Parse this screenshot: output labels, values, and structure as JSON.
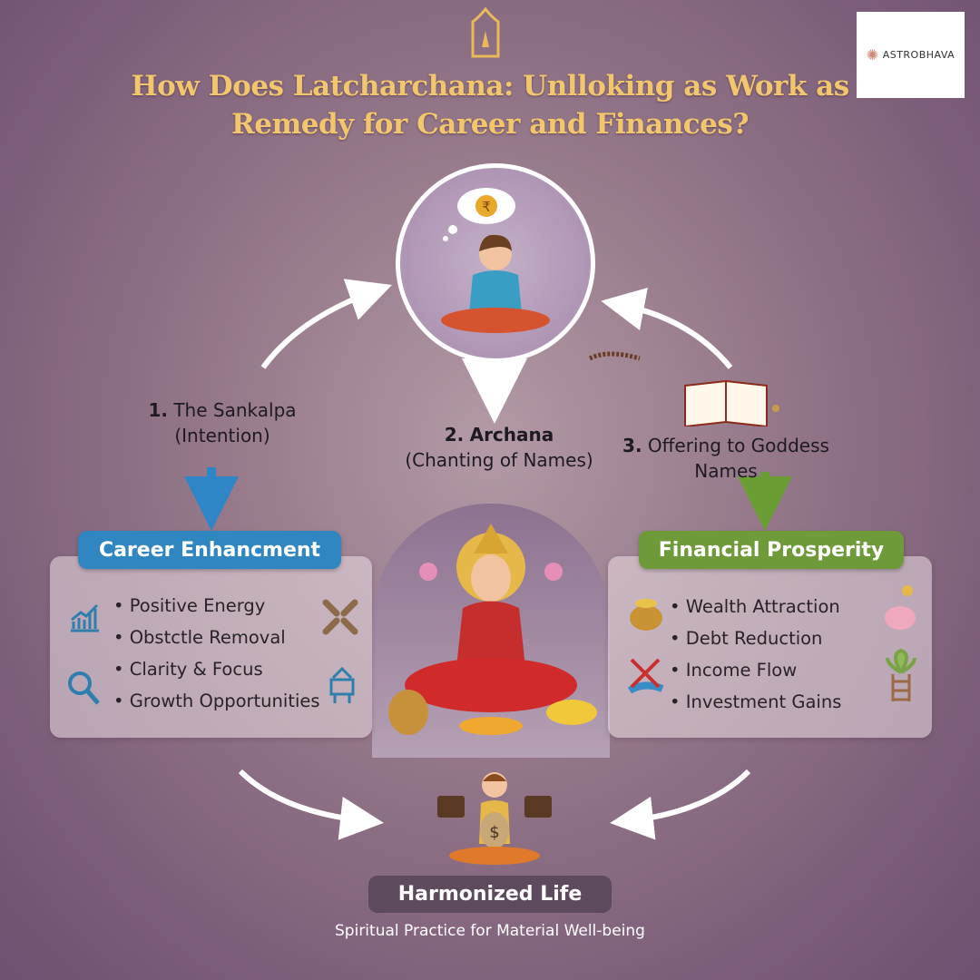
{
  "title": {
    "line1": "How Does Latcharchana: Unlloking as Work as",
    "line2": "Remedy for Career and Finances?"
  },
  "logo": {
    "text": "ASTROBHAVA"
  },
  "steps": [
    {
      "number": "1.",
      "label": "The Sankalpa",
      "sub": "(Intention)"
    },
    {
      "number": "2.",
      "label": "Archana",
      "sub": "(Chanting of Names)"
    },
    {
      "number": "3.",
      "label": "Offering to Goddess",
      "sub": "Names"
    }
  ],
  "thought_symbol": "₹",
  "career": {
    "title": "Career Enhancment",
    "items": [
      "Positive Energy",
      "Obstctle Removal",
      "Clarity & Focus",
      "Growth Opportunities"
    ],
    "color": "#2f86c0"
  },
  "finance": {
    "title": "Financial Prosperity",
    "items": [
      "Wealth Attraction",
      "Debt Reduction",
      "Income Flow",
      "Investment Gains"
    ],
    "color": "#6f9a3a"
  },
  "outcome": {
    "title": "Harmonized Life",
    "subtitle": "Spiritual Practice for Material Well-being",
    "bag_symbol": "$"
  }
}
